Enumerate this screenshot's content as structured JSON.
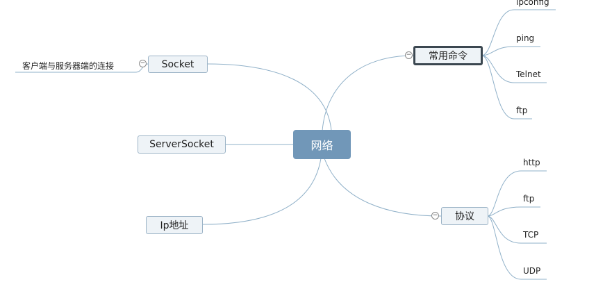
{
  "central": {
    "label": "网络"
  },
  "left_topics": [
    {
      "label": "Socket",
      "children": [
        "客户端与服务器端的连接"
      ]
    },
    {
      "label": "ServerSocket",
      "children": []
    },
    {
      "label": "Ip地址",
      "children": []
    }
  ],
  "right_topics": [
    {
      "label": "常用命令",
      "selected": true,
      "children": [
        "ipconfig",
        "ping",
        "Telnet",
        "ftp"
      ]
    },
    {
      "label": "协议",
      "selected": false,
      "children": [
        "http",
        "ftp",
        "TCP",
        "UDP"
      ]
    }
  ],
  "collapse_symbol": "−",
  "colors": {
    "connector": "#8fb0c8",
    "central_fill": "#7197b8",
    "topic_fill": "#eef3f7",
    "selected_border": "#3b4750"
  }
}
